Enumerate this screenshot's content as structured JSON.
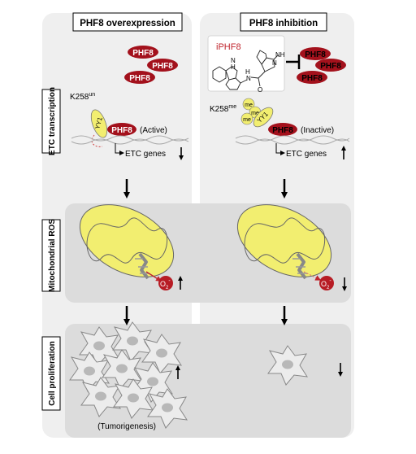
{
  "columns": {
    "left_title": "PHF8 overexpression",
    "right_title": "PHF8 inhibition"
  },
  "rows": {
    "etc": "ETC transcription",
    "ros": "Mitochondrial ROS",
    "prolif": "Cell proliferation"
  },
  "left": {
    "phf8_labels": [
      "PHF8",
      "PHF8",
      "PHF8"
    ],
    "yy1": "YY1",
    "k258_base": "K258",
    "k258_sup": "un",
    "phf8_bound": "PHF8",
    "state": "(Active)",
    "etc_genes": "ETC genes",
    "o2_base": "O",
    "o2_sub": "2",
    "o2_sup": "-",
    "tumor": "(Tumorigenesis)"
  },
  "right": {
    "inhibitor": "iPHF8",
    "nh_left": "N",
    "nh_left_h": "H",
    "h_amide": "H",
    "n_amide": "N",
    "o_amide": "O",
    "n_pyr": "N",
    "nh_pyr": "NH",
    "phf8_labels": [
      "PHF8",
      "PHF8",
      "PHF8"
    ],
    "k258_base": "K258",
    "k258_sup": "me",
    "me": [
      "me",
      "me",
      "me"
    ],
    "yy1": "YY1",
    "phf8_bound": "PHF8",
    "state": "(Inactive)",
    "etc_genes": "ETC genes",
    "o2_base": "O",
    "o2_sub": "2",
    "o2_sup": "-"
  },
  "colors": {
    "phf8_red": "#a3111c",
    "yy1_yellow": "#f2ee70",
    "panel_gray": "#efefef",
    "band_gray": "#dcdcdc"
  }
}
